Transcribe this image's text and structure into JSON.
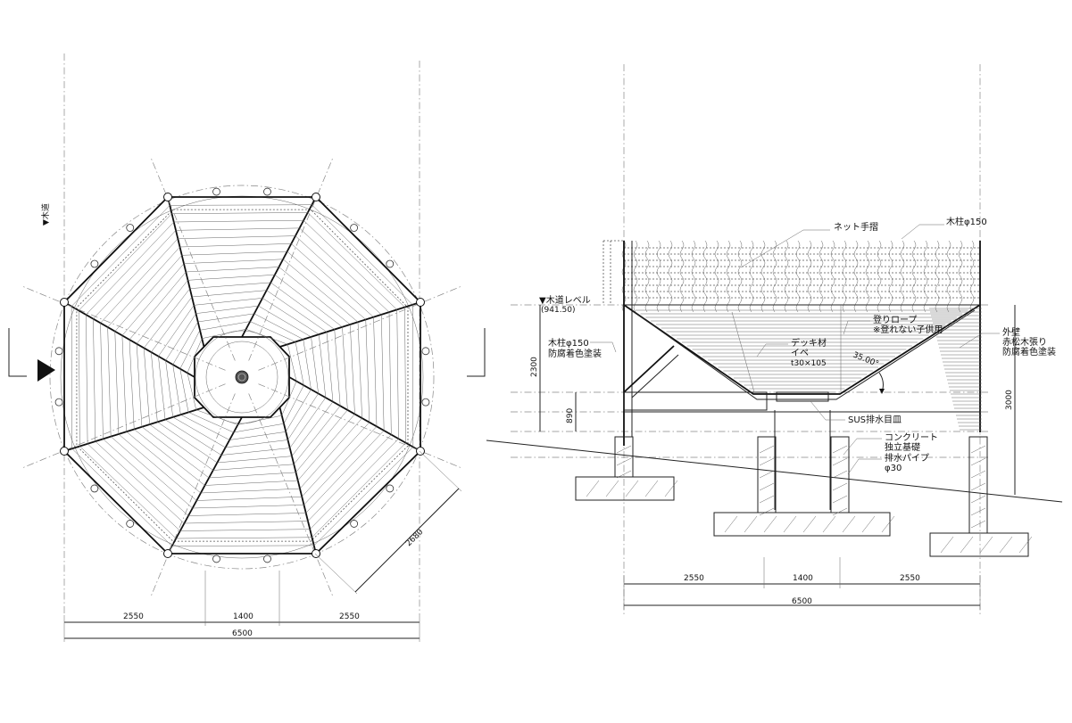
{
  "plan": {
    "dims": {
      "d1": "2550",
      "d2": "1400",
      "d3": "2550",
      "total": "6500",
      "diag": "2680"
    },
    "level_mark": "▼木道"
  },
  "section": {
    "labels": {
      "net_railing": "ネット手摺",
      "post_top": "木柱φ150",
      "boardwalk_level": "▼木道レベル",
      "boardwalk_value": "(941.50)",
      "post_left_1": "木柱φ150",
      "post_left_2": "防腐着色塗装",
      "rope_1": "登りロープ",
      "rope_2": "※登れない子供用",
      "deck_1": "デッキ材",
      "deck_2": "イペ",
      "deck_3": "t30×105",
      "angle": "35.00°",
      "wall_1": "外壁",
      "wall_2": "赤松木張り",
      "wall_3": "防腐着色塗装",
      "drain_plate": "SUS排水目皿",
      "concrete_1": "コンクリート",
      "concrete_2": "独立基礎",
      "pipe_1": "排水パイプ",
      "pipe_2": "φ30"
    },
    "dims": {
      "h1": "2300",
      "h2": "890",
      "h3": "3000",
      "d1": "2550",
      "d2": "1400",
      "d3": "2550",
      "total": "6500"
    }
  },
  "colors": {
    "line": "#222222",
    "background": "#ffffff"
  }
}
